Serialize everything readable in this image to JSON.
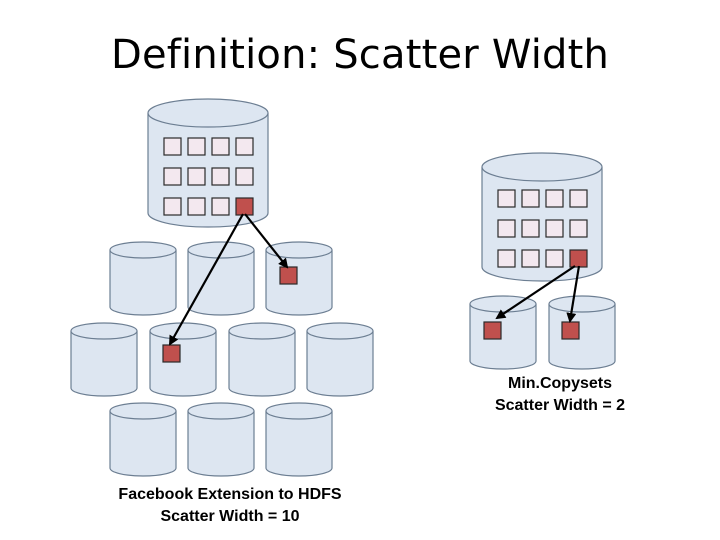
{
  "title": "Definition: Scatter Width",
  "left_caption": {
    "line1": "Facebook Extension to HDFS",
    "line2": "Scatter Width = 10"
  },
  "right_caption": {
    "line1": "Min.Copysets",
    "line2": "Scatter Width = 2"
  },
  "colors": {
    "cylinder_fill": "#dde6f1",
    "cylinder_stroke": "#6c7e92",
    "chunk_empty_fill": "#f3e8ef",
    "chunk_highlight_fill": "#c0504d",
    "arrow": "#000000"
  },
  "icons": [
    "database-cylinder-icon",
    "data-chunk-icon",
    "arrow-icon"
  ]
}
